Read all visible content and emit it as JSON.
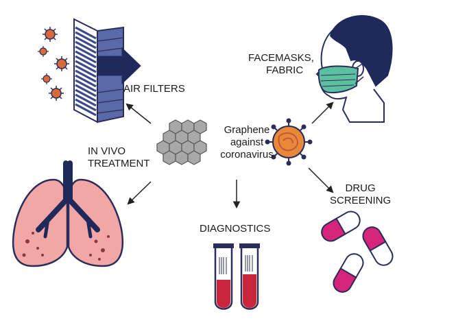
{
  "center": {
    "line1": "Graphene",
    "line2": "against",
    "line3": "coronavirus"
  },
  "nodes": {
    "air_filters": "AIR FILTERS",
    "facemasks_line1": "FACEMASKS,",
    "facemasks_line2": "FABRIC",
    "in_vivo_line1": "IN VIVO",
    "in_vivo_line2": "TREATMENT",
    "diagnostics": "DIAGNOSTICS",
    "drug_line1": "DRUG",
    "drug_line2": "SCREENING"
  },
  "colors": {
    "outline": "#2a2d5a",
    "filter_blue": "#3a4a8a",
    "virus_orange": "#e8893a",
    "virus_red": "#c8553b",
    "mask_teal": "#5cc0a0",
    "hair_navy": "#1f2a5a",
    "lung_pink": "#f2a6a6",
    "graphene_gray": "#a8a8a8",
    "pill_magenta": "#d6247a",
    "blood_red": "#c8273b"
  },
  "icons": [
    "air-filter-icon",
    "virus-icon",
    "face-mask-icon",
    "graphene-icon",
    "coronavirus-icon",
    "lungs-icon",
    "test-tubes-icon",
    "pills-icon",
    "arrow-icon"
  ]
}
